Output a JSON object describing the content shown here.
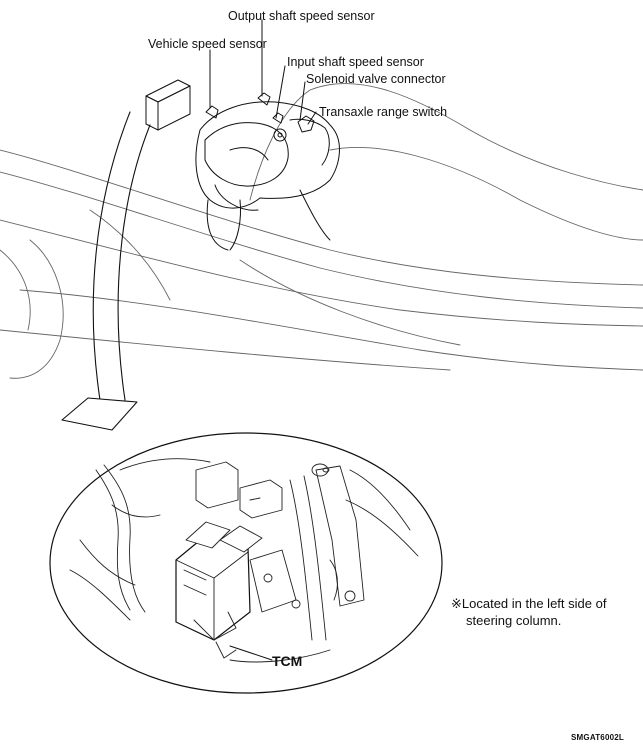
{
  "labels": {
    "output_shaft_speed_sensor": "Output shaft speed sensor",
    "vehicle_speed_sensor": "Vehicle speed sensor",
    "input_shaft_speed_sensor": "Input shaft speed sensor",
    "solenoid_valve_connector": "Solenoid valve connector",
    "transaxle_range_switch": "Transaxle range switch",
    "tcm": "TCM"
  },
  "note": {
    "line1": "※Located in the left side of",
    "line2": "steering column."
  },
  "figure_code": "SMGAT6002L"
}
